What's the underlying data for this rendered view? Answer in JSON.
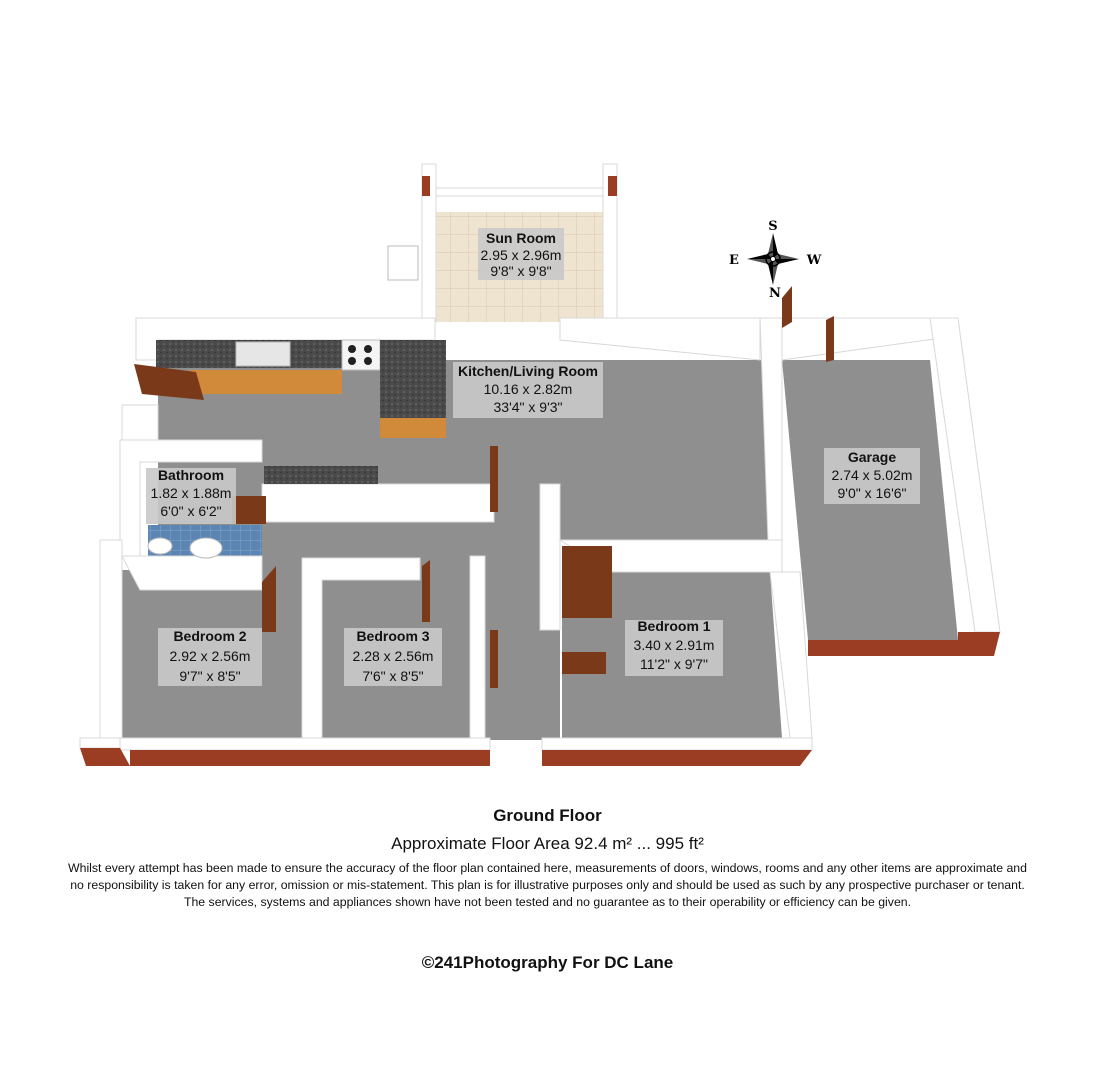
{
  "rooms": {
    "sun_room": {
      "name": "Sun Room",
      "metric": "2.95 x 2.96m",
      "imperial": "9'8\" x 9'8\""
    },
    "kitchen": {
      "name": "Kitchen/Living Room",
      "metric": "10.16 x 2.82m",
      "imperial": "33'4\" x 9'3\""
    },
    "garage": {
      "name": "Garage",
      "metric": "2.74 x 5.02m",
      "imperial": "9'0\" x 16'6\""
    },
    "bathroom": {
      "name": "Bathroom",
      "metric": "1.82 x 1.88m",
      "imperial": "6'0\" x 6'2\""
    },
    "bedroom1": {
      "name": "Bedroom 1",
      "metric": "3.40 x 2.91m",
      "imperial": "11'2\" x 9'7\""
    },
    "bedroom2": {
      "name": "Bedroom 2",
      "metric": "2.92 x 2.56m",
      "imperial": "9'7\" x 8'5\""
    },
    "bedroom3": {
      "name": "Bedroom 3",
      "metric": "2.28 x 2.56m",
      "imperial": "7'6\" x 8'5\""
    }
  },
  "compass": {
    "north": "N",
    "south": "S",
    "east": "E",
    "west": "W"
  },
  "caption": {
    "floor": "Ground Floor",
    "area": "Approximate Floor Area 92.4 m² ... 995 ft²",
    "disclaimer_line1": "Whilst every attempt has been made to ensure the accuracy of the floor plan contained here, measurements of doors, windows, rooms and any other items are approximate and",
    "disclaimer_line2": "no responsibility is taken for any error, omission or mis-statement.  This plan is for illustrative purposes only and should be used as such by any prospective purchaser or tenant.",
    "disclaimer_line3": "The services, systems and appliances shown have not been tested and no guarantee as to their operability or efficiency can be given.",
    "credit": "©241Photography For DC Lane"
  },
  "colors": {
    "floor": "#8f8f8f",
    "wall": "#ffffff",
    "wall_shade": "#e3e3e3",
    "brick": "#9b3d23",
    "door": "#7a3a1a",
    "worktop": "#4a4a4a",
    "cabinet": "#d08a3a",
    "tile_sun": "#efe4d0",
    "tile_bath": "#5b86b3"
  }
}
